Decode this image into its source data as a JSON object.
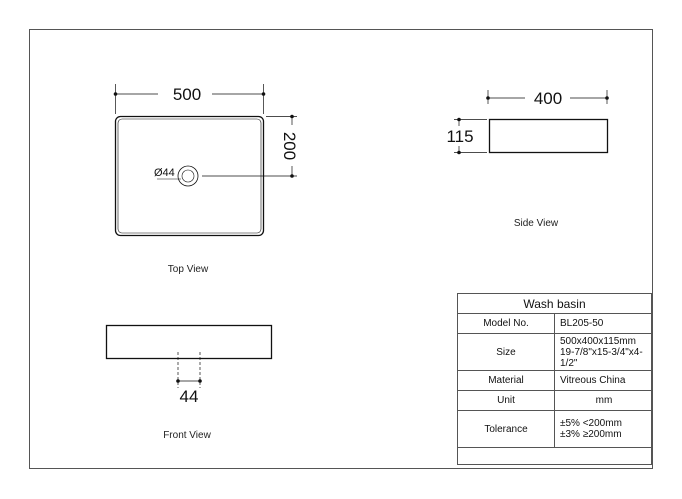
{
  "top_view": {
    "width_dim": "500",
    "depth_dim": "200",
    "drain_dim": "Ø44",
    "caption": "Top View"
  },
  "side_view": {
    "length_dim": "400",
    "height_dim": "115",
    "caption": "Side View"
  },
  "front_view": {
    "drain_dim": "44",
    "caption": "Front View"
  },
  "spec_table": {
    "title": "Wash basin",
    "rows": [
      {
        "label": "Model No.",
        "value": "BL205-50"
      },
      {
        "label": "Size",
        "value_lines": [
          "500x400x115mm",
          "19-7/8\"x15-3/4\"x4-1/2\""
        ]
      },
      {
        "label": "Material",
        "value": "Vitreous China"
      },
      {
        "label": "Unit",
        "value": "mm"
      },
      {
        "label": "Tolerance",
        "value_lines": [
          "±5% <200mm",
          "±3% ≥200mm"
        ]
      }
    ]
  }
}
